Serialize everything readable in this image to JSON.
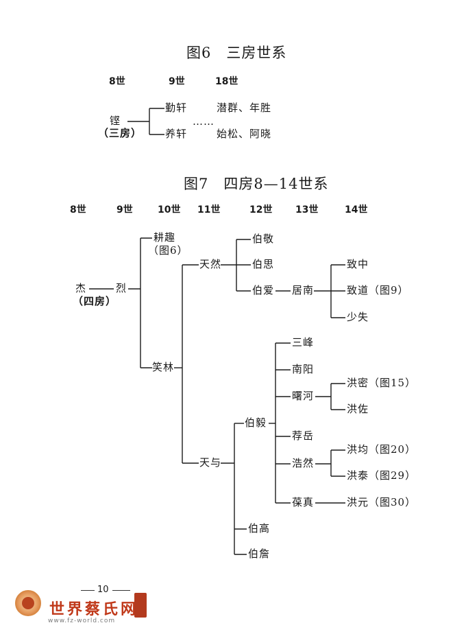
{
  "figure6": {
    "title": "图6　三房世系",
    "gens": [
      "8世",
      "9世",
      "18世"
    ],
    "root": "铿",
    "root_note": "（三房）",
    "branch1": "勤轩",
    "ellipsis": "……",
    "branch1_desc": "潜群、年胜",
    "branch2": "养轩",
    "branch2_desc": "始松、阿晓"
  },
  "figure7": {
    "title": "图7　四房8—14世系",
    "gens": [
      "8世",
      "9世",
      "10世",
      "11世",
      "12世",
      "13世",
      "14世"
    ],
    "root": "杰",
    "root_note": "（四房）",
    "g9": "烈",
    "g10a": "耕趣",
    "g10a_note": "（图6）",
    "g10b": "笑林",
    "g11a": "天然",
    "g11b": "天与",
    "g12": [
      "伯敬",
      "伯思",
      "伯爱",
      "伯毅",
      "伯高",
      "伯詹"
    ],
    "g13a": "居南",
    "g13b": [
      "三峰",
      "南阳",
      "曙河",
      "荐岳",
      "浩然",
      "葆真"
    ],
    "g14": [
      "致中",
      "致道（图9）",
      "少失",
      "洪密（图15）",
      "洪佐",
      "洪均（图20）",
      "洪泰（图29）",
      "洪元（图30）"
    ]
  },
  "footer": {
    "page_number": "10",
    "site_name": "世界蔡氏网",
    "site_url": "www.fz-world.com"
  }
}
